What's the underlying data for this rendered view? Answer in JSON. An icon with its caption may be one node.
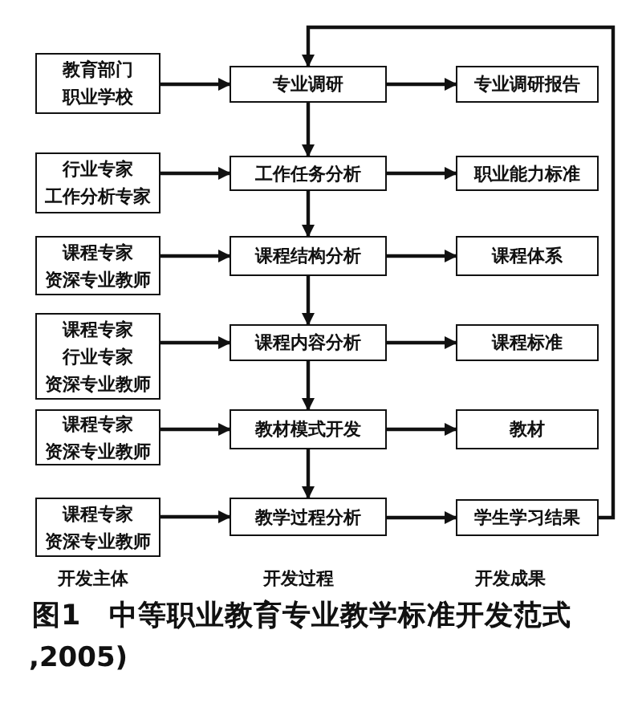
{
  "diagram": {
    "caption": "图1　中等职业教育专业教学标准开发范式",
    "nodes": [
      {
        "text": [
          "教育部门",
          "职业学校"
        ]
      },
      {
        "text": [
          "行业专家",
          "工作分析专家"
        ]
      },
      {
        "text": [
          "课程专家",
          "资深专业教师"
        ]
      },
      {
        "text": [
          "课程专家",
          "行业专家",
          "资深专业教师"
        ]
      },
      {
        "text": [
          "课程专家",
          "资深专业教师"
        ]
      },
      {
        "text": [
          "课程专家",
          "资深专业教师"
        ]
      },
      {
        "text": [
          "专业调研"
        ]
      },
      {
        "text": [
          "工作任务分析"
        ]
      },
      {
        "text": [
          "课程结构分析"
        ]
      },
      {
        "text": [
          "课程内容分析"
        ]
      },
      {
        "text": [
          "教材模式开发"
        ]
      },
      {
        "text": [
          "教学过程分析"
        ]
      },
      {
        "text": [
          "专业调研报告"
        ]
      },
      {
        "text": [
          "职业能力标准"
        ]
      },
      {
        "text": [
          "课程体系"
        ]
      },
      {
        "text": [
          "课程标准"
        ]
      },
      {
        "text": [
          "教材"
        ]
      },
      {
        "text": [
          "学生学习结果"
        ]
      }
    ],
    "edges": [
      {
        "from": 0,
        "to": 6,
        "arrow": "to"
      },
      {
        "from": 1,
        "to": 7,
        "arrow": "to"
      },
      {
        "from": 2,
        "to": 8,
        "arrow": "to"
      },
      {
        "from": 3,
        "to": 9,
        "arrow": "to"
      },
      {
        "from": 4,
        "to": 10,
        "arrow": "to"
      },
      {
        "from": 5,
        "to": 11,
        "arrow": "to"
      },
      {
        "from": 6,
        "to": 7,
        "arrow": "to"
      },
      {
        "from": 7,
        "to": 8,
        "arrow": "to"
      },
      {
        "from": 8,
        "to": 9,
        "arrow": "to"
      },
      {
        "from": 9,
        "to": 10,
        "arrow": "to"
      },
      {
        "from": 10,
        "to": 11,
        "arrow": "to"
      },
      {
        "from": 6,
        "to": 12,
        "arrow": "to"
      },
      {
        "from": 7,
        "to": 13,
        "arrow": "to"
      },
      {
        "from": 8,
        "to": 14,
        "arrow": "to"
      },
      {
        "from": 9,
        "to": 15,
        "arrow": "to"
      },
      {
        "from": 10,
        "to": 16,
        "arrow": "to"
      },
      {
        "from": 11,
        "to": 17,
        "arrow": "to"
      },
      {
        "from": 17,
        "to": 6,
        "arrow": "to"
      }
    ],
    "labels": [
      "开发主体",
      "开发过程",
      "开发成果",
      ",2005)"
    ]
  }
}
